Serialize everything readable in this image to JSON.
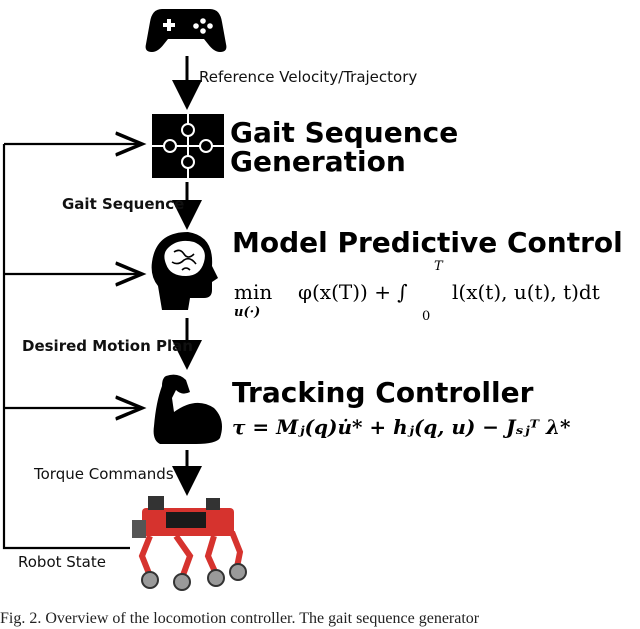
{
  "icons": {
    "gamepad": "gamepad-icon",
    "puzzle": "puzzle-icon",
    "brain": "brain-head-icon",
    "muscle": "flexed-arm-icon",
    "robot": "quadruped-robot-icon"
  },
  "edges": {
    "reference": "Reference Velocity/Trajectory",
    "gait_sequence": "Gait Sequence",
    "motion_plan": "Desired Motion Plan",
    "torque": "Torque Commands",
    "robot_state": "Robot State"
  },
  "stages": {
    "gait": {
      "line1": "Gait Sequence",
      "line2": "Generation"
    },
    "mpc": {
      "title": "Model Predictive Control",
      "min": "min",
      "min_sub": "u(·)",
      "objective": "φ(x(T)) + ∫",
      "upper": "T",
      "lower": "0",
      "integrand": "l(x(t), u(t), t)dt"
    },
    "tracking": {
      "title": "Tracking Controller",
      "equation": "τ = Mⱼ(q)u̇* + hⱼ(q, u) − Jₛⱼᵀ λ*"
    }
  },
  "caption": "Fig. 2.   Overview of the locomotion controller. The gait sequence generator",
  "colors": {
    "ink": "#000000",
    "robot_red": "#d6332e",
    "robot_gray": "#9a9a9a"
  }
}
